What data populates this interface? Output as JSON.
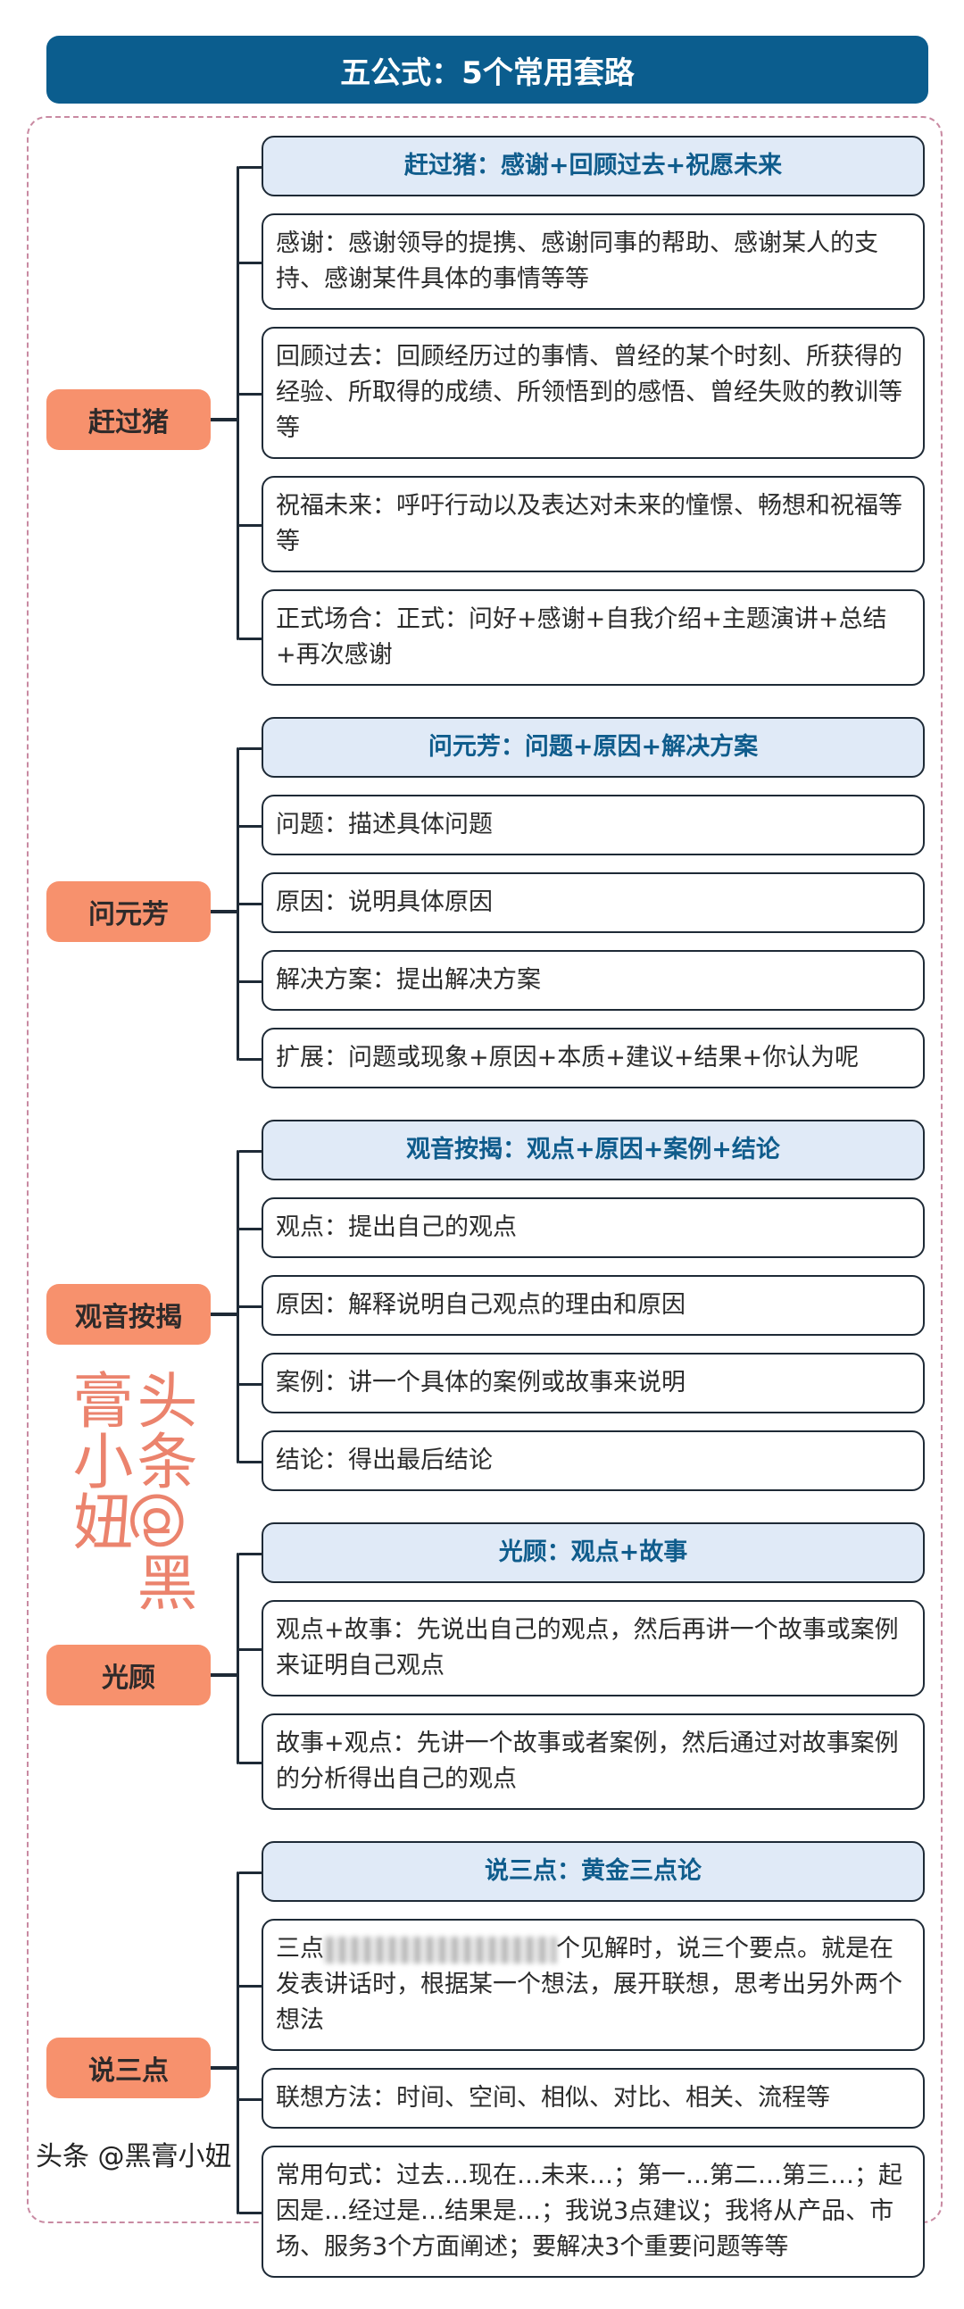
{
  "title": "五公式：5个常用套路",
  "sections": [
    {
      "name": "赶过猪",
      "header": "赶过猪：感谢+回顾过去+祝愿未来",
      "items": [
        "感谢：感谢领导的提携、感谢同事的帮助、感谢某人的支持、感谢某件具体的事情等等",
        "回顾过去：回顾经历过的事情、曾经的某个时刻、所获得的经验、所取得的成绩、所领悟到的感悟、曾经失败的教训等等",
        "祝福未来：呼吁行动以及表达对未来的憧憬、畅想和祝福等等",
        "正式场合：正式：问好+感谢+自我介绍+主题演讲+总结+再次感谢"
      ]
    },
    {
      "name": "问元芳",
      "header": "问元芳：问题+原因+解决方案",
      "items": [
        "问题：描述具体问题",
        "原因：说明具体原因",
        "解决方案：提出解决方案",
        "扩展：问题或现象+原因+本质+建议+结果+你认为呢"
      ]
    },
    {
      "name": "观音按揭",
      "header": "观音按揭：观点+原因+案例+结论",
      "items": [
        "观点：提出自己的观点",
        "原因：解释说明自己观点的理由和原因",
        "案例：讲一个具体的案例或故事来说明",
        "结论：得出最后结论"
      ]
    },
    {
      "name": "光顾",
      "header": "光顾：观点+故事",
      "items": [
        "观点+故事：先说出自己的观点，然后再讲一个故事或案例来证明自己观点",
        "故事+观点：先讲一个故事或者案例，然后通过对故事案例的分析得出自己的观点"
      ]
    },
    {
      "name": "说三点",
      "header": "说三点：黄金三点论",
      "items": [
        {
          "before": "三点",
          "after": "个见解时，说三个要点。就是在发表讲话时，根据某一个想法，展开联想，思考出另外两个想法"
        },
        "联想方法：时间、空间、相似、对比、相关、流程等",
        "常用句式：过去…现在…未来…；第一…第二…第三…；起因是…经过是…结果是…；我说3点建议；我将从产品、市场、服务3个方面阐述；要解决3个重要问题等等"
      ]
    }
  ],
  "watermark": "头条@黑膏小妞",
  "footer_watermark": "头条 @黑膏小妞"
}
